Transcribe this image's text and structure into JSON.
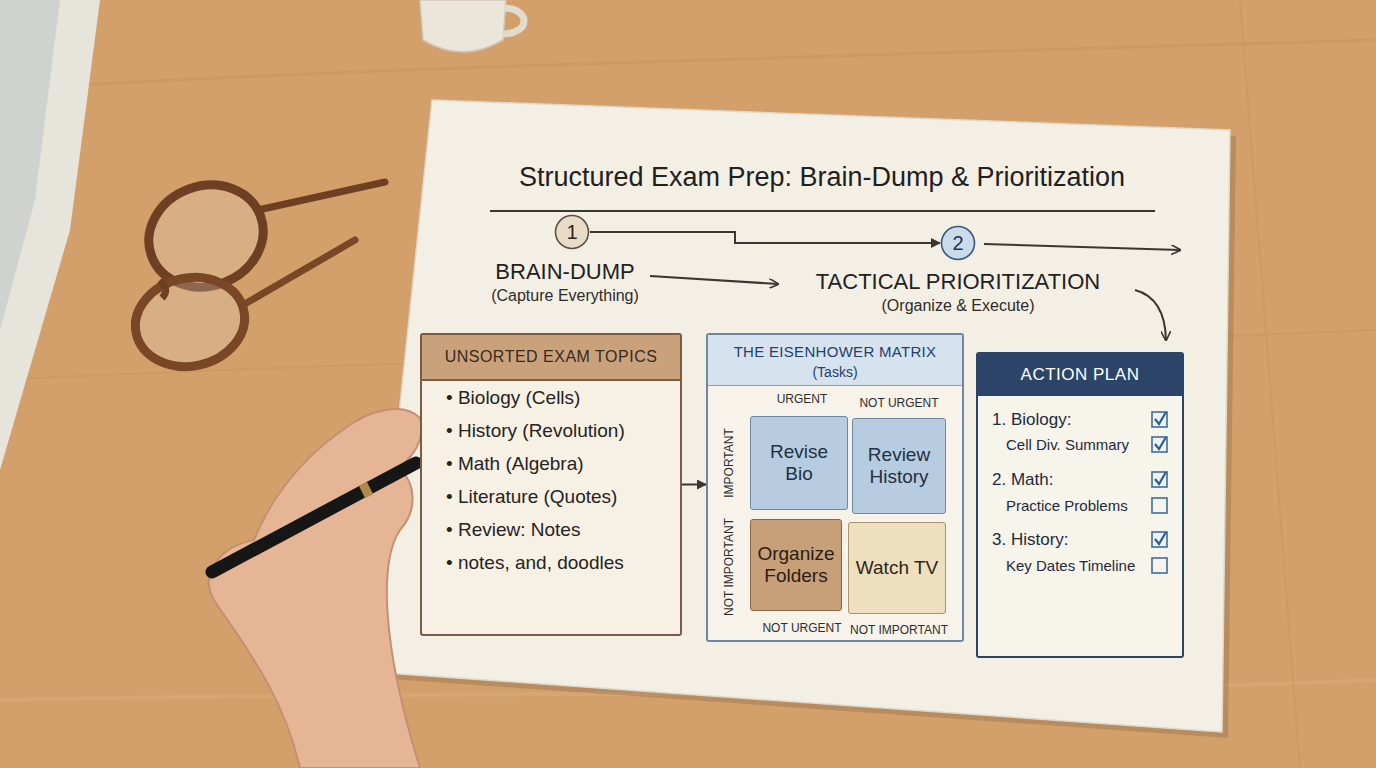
{
  "diagram": {
    "title": "Structured Exam Prep: Brain-Dump & Prioritization",
    "nodes": [
      {
        "text": [
          "1"
        ]
      },
      {
        "text": [
          "2"
        ]
      },
      {
        "text": [
          "UNSORTED EXAM TOPICS",
          "• Biology (Cells)",
          "• History (Revolution)",
          "• Math (Algebra)",
          "• Literature (Quotes)",
          "• Review: Notes",
          "• notes, and, doodles"
        ]
      },
      {
        "text": [
          "THE EISENHOWER MATRIX",
          "(Tasks)",
          "URGENT",
          "NOT URGENT",
          "IMPORTANT",
          "NOT IMPORTANT",
          "NOT URGENT",
          "NOT IMPORTANT"
        ]
      },
      {
        "text": [
          "Revise Bio"
        ],
        "in": 3
      },
      {
        "text": [
          "Review History"
        ],
        "in": 3
      },
      {
        "text": [
          "Organize Folders"
        ],
        "in": 3
      },
      {
        "text": [
          "Watch TV"
        ],
        "in": 3
      },
      {
        "text": [
          "ACTION PLAN",
          "1. Biology:",
          "Cell Div. Summary",
          "2. Math:",
          "Practice Problems",
          "3. History:",
          "Key Dates Timeline"
        ]
      }
    ],
    "edges": [
      {
        "from": 0,
        "to": 1,
        "arrow": "to"
      },
      {
        "from": 2,
        "to": 3,
        "arrow": "to"
      }
    ],
    "labels": [
      "BRAIN-DUMP",
      "(Capture Everything)",
      "TACTICAL PRIORITIZATION",
      "(Organize & Execute)"
    ]
  }
}
